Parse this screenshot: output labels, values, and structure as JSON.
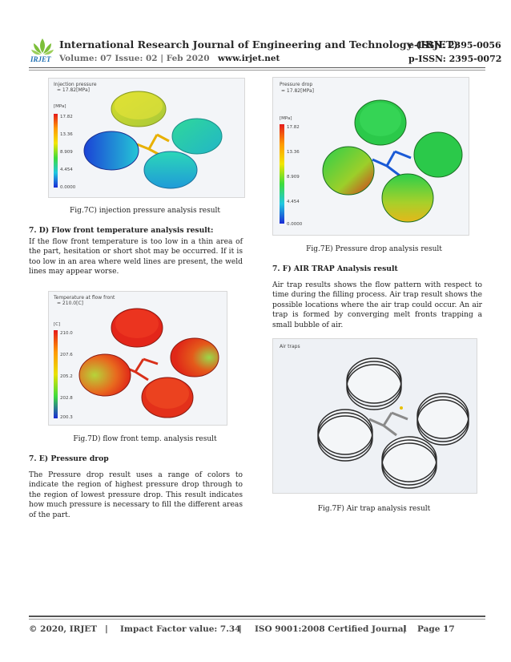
{
  "header": {
    "journal_title": "International Research Journal of Engineering and Technology (IRJET)",
    "eissn": "e-ISSN: 2395-0056",
    "volume": "Volume: 07 Issue: 02 | Feb 2020",
    "url": "www.irjet.net",
    "pissn": "p-ISSN: 2395-0072",
    "logo_text": "IRJET",
    "colors": {
      "logo_green": "#7cbf3a",
      "logo_blue": "#1f6fb2",
      "rule": "#555555"
    }
  },
  "left": {
    "fig7c": {
      "legend_title_1": "Injection pressure",
      "legend_title_2": "= 17.82[MPa]",
      "unit": "[MPa]",
      "ticks": [
        "17.82",
        "13.36",
        "8.909",
        "4.454",
        "0.0000"
      ],
      "caption": "Fig.7C) injection pressure analysis result"
    },
    "section_d": {
      "heading": "7. D) Flow front temperature analysis result:",
      "paragraph": " If the flow front temperature is too low in a thin area of the part, hesitation or short shot may be occurred. If it is too low in an area where weld lines are present, the weld lines may appear worse."
    },
    "fig7d": {
      "legend_title_1": "Temperature at flow front",
      "legend_title_2": "= 210.0[C]",
      "unit": "[C]",
      "ticks": [
        "210.0",
        "207.6",
        "205.2",
        "202.8",
        "200.3"
      ],
      "caption": "Fig.7D) flow front temp. analysis result"
    },
    "section_e": {
      "heading": "7. E) Pressure drop",
      "paragraph": "The Pressure drop result uses a range of colors to indicate the region of highest pressure drop through to the region of lowest pressure drop. This result indicates how much pressure is necessary to fill the different areas of the part."
    }
  },
  "right": {
    "fig7e": {
      "legend_title_1": "Pressure drop",
      "legend_title_2": "= 17.82[MPa]",
      "unit": "[MPa]",
      "ticks": [
        "17.82",
        "13.36",
        "8.909",
        "4.454",
        "0.0000"
      ],
      "caption": "Fig.7E) Pressure drop analysis result"
    },
    "section_f": {
      "heading": "7. F) AIR TRAP Analysis result",
      "paragraph": "Air trap results shows the flow pattern with respect to time during the filling process. Air trap result shows the possible locations where the air trap could occur. An air trap is formed by converging melt fronts trapping a small bubble of air."
    },
    "fig7f": {
      "label": "Air traps",
      "caption": "Fig.7F) Air trap analysis result"
    }
  },
  "footer": {
    "copyright": "© 2020, IRJET",
    "sep1": "|",
    "impact": "Impact Factor value: 7.34",
    "sep2": "|",
    "iso": "ISO 9001:2008 Certified Journal",
    "sep3": "|",
    "page": "Page 17"
  }
}
